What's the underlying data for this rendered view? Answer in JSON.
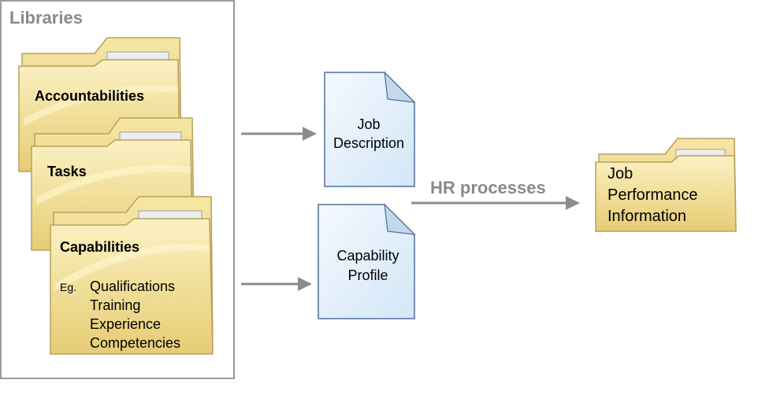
{
  "libraries": {
    "title": "Libraries",
    "folders": {
      "accountabilities": "Accountabilities",
      "tasks": "Tasks",
      "capabilities": "Capabilities"
    },
    "eg_label": "Eg.",
    "capability_examples": [
      "Qualifications",
      "Training",
      "Experience",
      "Competencies"
    ]
  },
  "documents": {
    "job_description": [
      "Job",
      "Description"
    ],
    "capability_profile": [
      "Capability",
      "Profile"
    ]
  },
  "hr_processes_label": "HR processes",
  "output_folder": [
    "Job",
    "Performance",
    "Information"
  ],
  "colors": {
    "folder_fill": "#f1df9a",
    "folder_border": "#b9a05a",
    "document_fill": "#dfeefb",
    "document_border": "#4f6f9c",
    "arrow": "#8c8c8c",
    "libraries_border": "#9a9a9a",
    "libraries_title": "#8a8a8a",
    "hr_label": "#8a8a8a"
  }
}
